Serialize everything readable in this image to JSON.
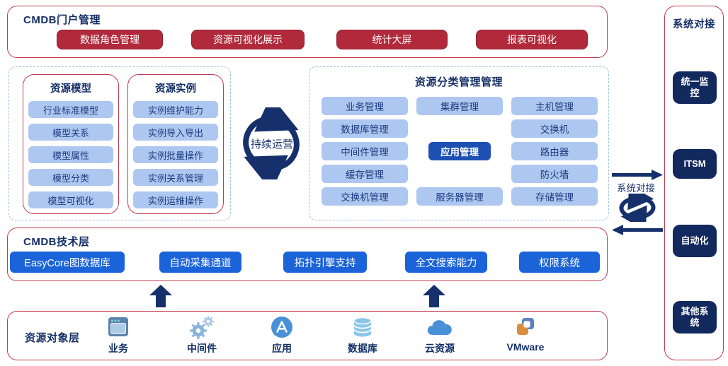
{
  "portal": {
    "title": "CMDB门户管理",
    "buttons": [
      "数据角色管理",
      "资源可视化展示",
      "统计大屏",
      "报表可视化"
    ]
  },
  "resource_model": {
    "title": "资源模型",
    "items": [
      "行业标准模型",
      "模型关系",
      "模型属性",
      "模型分类",
      "模型可视化"
    ]
  },
  "resource_instance": {
    "title": "资源实例",
    "items": [
      "实例维护能力",
      "实例导入导出",
      "实例批量操作",
      "实例关系管理",
      "实例运维操作"
    ]
  },
  "cycle": {
    "label": "持续运营"
  },
  "classification": {
    "title": "资源分类管理管理",
    "col1": [
      "业务管理",
      "数据库管理",
      "中间件管理",
      "缓存管理",
      "交换机管理"
    ],
    "col2": [
      "集群管理",
      "",
      "应用管理",
      "",
      "服务器管理"
    ],
    "col3": [
      "主机管理",
      "交换机",
      "路由器",
      "防火墙",
      "存储管理"
    ],
    "highlighted": "应用管理"
  },
  "connector": {
    "label": "系统对接"
  },
  "tech_layer": {
    "title": "CMDB技术层",
    "buttons": [
      "EasyCore图数据库",
      "自动采集通道",
      "拓扑引擎支持",
      "全文搜索能力",
      "权限系统"
    ]
  },
  "object_layer": {
    "title": "资源对象层",
    "items": [
      {
        "label": "业务",
        "icon": "browser-window-icon"
      },
      {
        "label": "中间件",
        "icon": "gears-icon"
      },
      {
        "label": "应用",
        "icon": "app-store-icon"
      },
      {
        "label": "数据库",
        "icon": "database-icon"
      },
      {
        "label": "云资源",
        "icon": "cloud-icon"
      },
      {
        "label": "VMware",
        "icon": "vmware-icon"
      }
    ]
  },
  "sidebar": {
    "title": "系统对接",
    "items": [
      "统一监控",
      "ITSM",
      "自动化",
      "其他系统"
    ]
  },
  "colors": {
    "navy": "#16306b",
    "red_border": "#c23a4e",
    "red_button": "#b12a3c",
    "pill_blue": "#aec7f0",
    "pill_text": "#1b3c80",
    "highlight_blue": "#1e50b4",
    "tech_blue": "#1b63d8",
    "sidebar_navy": "#12295e",
    "dashed_border": "#9cc0e6"
  }
}
